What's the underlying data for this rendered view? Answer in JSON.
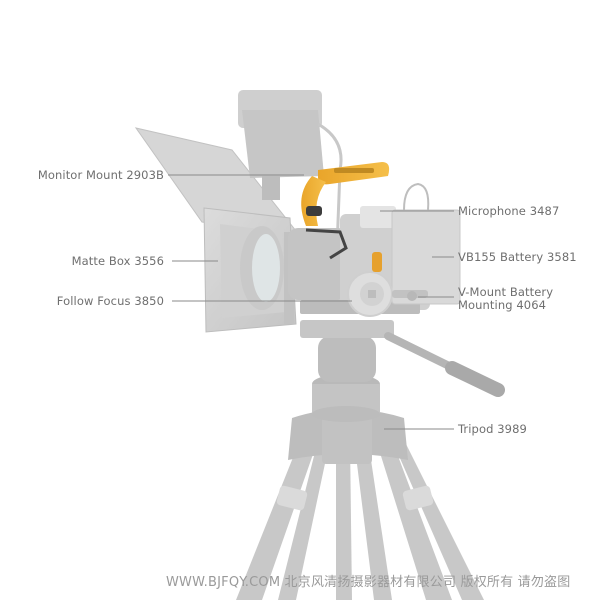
{
  "diagram": {
    "type": "product-callout",
    "subject": "camera rig kit on tripod",
    "accent_color": "#f2b33a",
    "line_color": "#8a8a8a",
    "label_color": "#6f6f6f"
  },
  "callouts": {
    "left": [
      {
        "label": "Monitor Mount 2903B"
      },
      {
        "label": "Matte Box 3556"
      },
      {
        "label": "Follow Focus 3850"
      }
    ],
    "right": [
      {
        "label": "Microphone 3487"
      },
      {
        "label": "VB155 Battery 3581"
      },
      {
        "label": "V-Mount Battery",
        "label_line2": "Mounting 4064"
      },
      {
        "label": "Tripod 3989"
      }
    ]
  },
  "watermark": {
    "text": "WWW.BJFQY.COM 北京风清扬摄影器材有限公司 版权所有 请勿盗图"
  }
}
